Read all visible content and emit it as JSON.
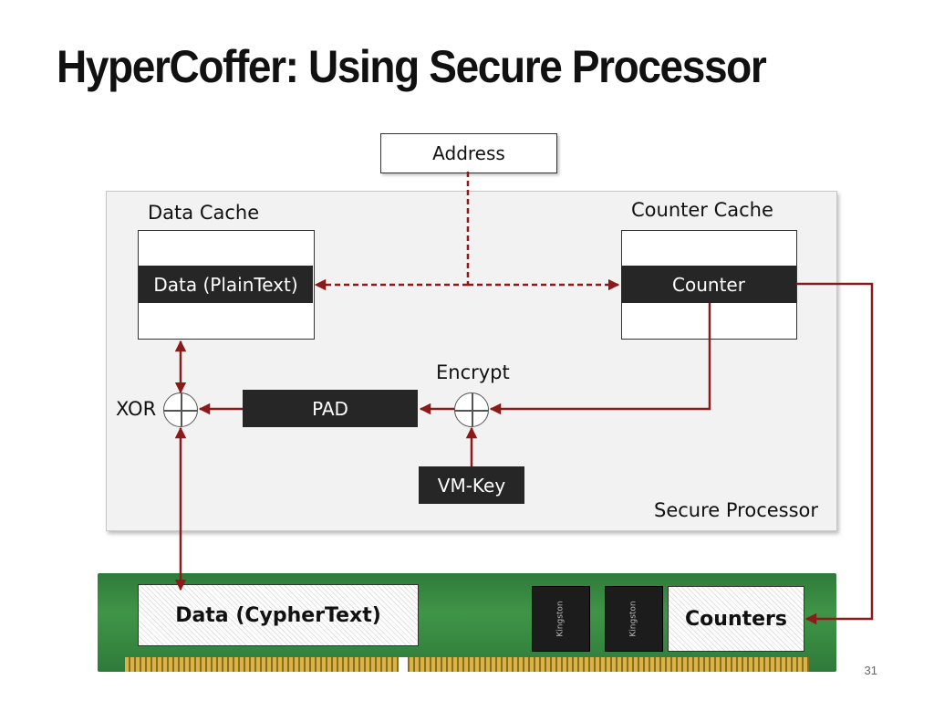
{
  "slide": {
    "title": "HyperCoffer: Using Secure Processor",
    "page_number": "31"
  },
  "diagram": {
    "address_label": "Address",
    "data_cache_label": "Data Cache",
    "data_line_label": "Data (PlainText)",
    "counter_cache_label": "Counter Cache",
    "counter_line_label": "Counter",
    "encrypt_label": "Encrypt",
    "xor_label": "XOR",
    "pad_label": "PAD",
    "vm_key_label": "VM-Key",
    "secure_processor_label": "Secure Processor",
    "memory_data_label": "Data (CypherText)",
    "memory_counters_label": "Counters",
    "arrow_color": "#8b1a1a"
  }
}
